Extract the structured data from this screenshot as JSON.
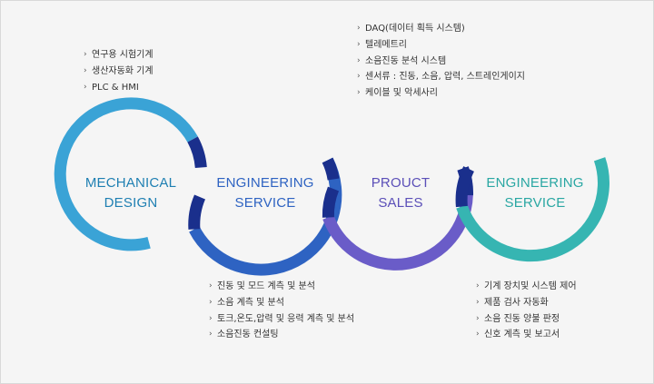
{
  "rings": [
    {
      "title_lines": [
        "MECHANICAL",
        "DESIGN"
      ],
      "color": "#3aa3d6",
      "text_color": "#1e7fb2"
    },
    {
      "title_lines": [
        "ENGINEERING",
        "SERVICE"
      ],
      "color": "#2e63c2",
      "text_color": "#2e63c2"
    },
    {
      "title_lines": [
        "PROUCT",
        "SALES"
      ],
      "color": "#6a5cc8",
      "text_color": "#5b4fb8"
    },
    {
      "title_lines": [
        "ENGINEERING",
        "SERVICE"
      ],
      "color": "#36b5b2",
      "text_color": "#2aa7a3"
    }
  ],
  "overlap_color": "#1a2f8c",
  "lists": {
    "mechanical_design": [
      "연구용 시험기계",
      "생산자동화 기계",
      "PLC & HMI"
    ],
    "product_sales": [
      "DAQ(데이터 획득 시스템)",
      "텔레메트리",
      "소음진동 분석 시스템",
      "센서류 : 진동, 소음, 압력, 스트레인게이지",
      "케이블 및 악세사리"
    ],
    "engineering_service_1": [
      "진동 및 모드 계측 및 분석",
      "소음 계측 및 분석",
      "토크,온도,압력 및 응력 계측 및 분석",
      "소음진동 컨설팅"
    ],
    "engineering_service_2": [
      "기계 장치및 시스템 제어",
      "제품 검사 자동화",
      "소음 진동 양불 판정",
      "신호 계측 및 보고서"
    ]
  },
  "bullet_glyph": "›"
}
